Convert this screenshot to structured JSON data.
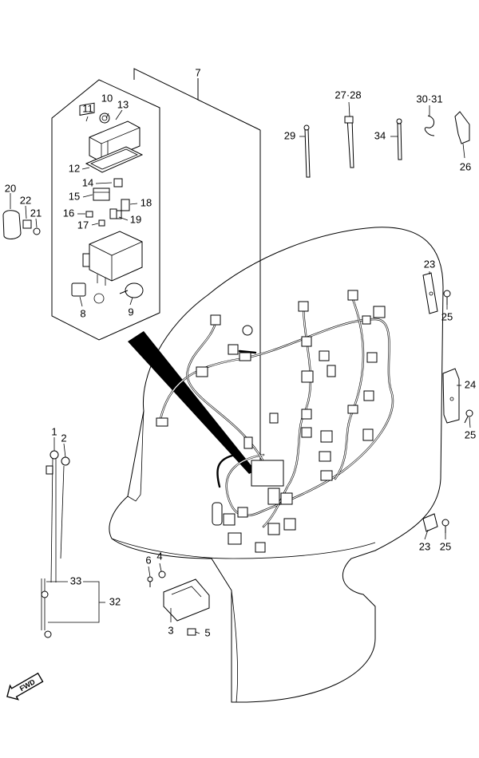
{
  "callouts": {
    "c1": "1",
    "c2": "2",
    "c3": "3",
    "c4": "4",
    "c5": "5",
    "c6": "6",
    "c7": "7",
    "c8": "8",
    "c9": "9",
    "c10": "10",
    "c11": "11",
    "c12": "12",
    "c13": "13",
    "c14": "14",
    "c15": "15",
    "c16": "16",
    "c17": "17",
    "c18": "18",
    "c19": "19",
    "c20": "20",
    "c21": "21",
    "c22": "22",
    "c23a": "23",
    "c23b": "23",
    "c24": "24",
    "c25a": "25",
    "c25b": "25",
    "c25c": "25",
    "c26": "26",
    "c2728": "27·28",
    "c29": "29",
    "c3031": "30·31",
    "c32": "32",
    "c33": "33",
    "c34": "34"
  },
  "fwd_label": "FWD",
  "icons": {
    "fwd": "fwd-arrow-icon"
  }
}
